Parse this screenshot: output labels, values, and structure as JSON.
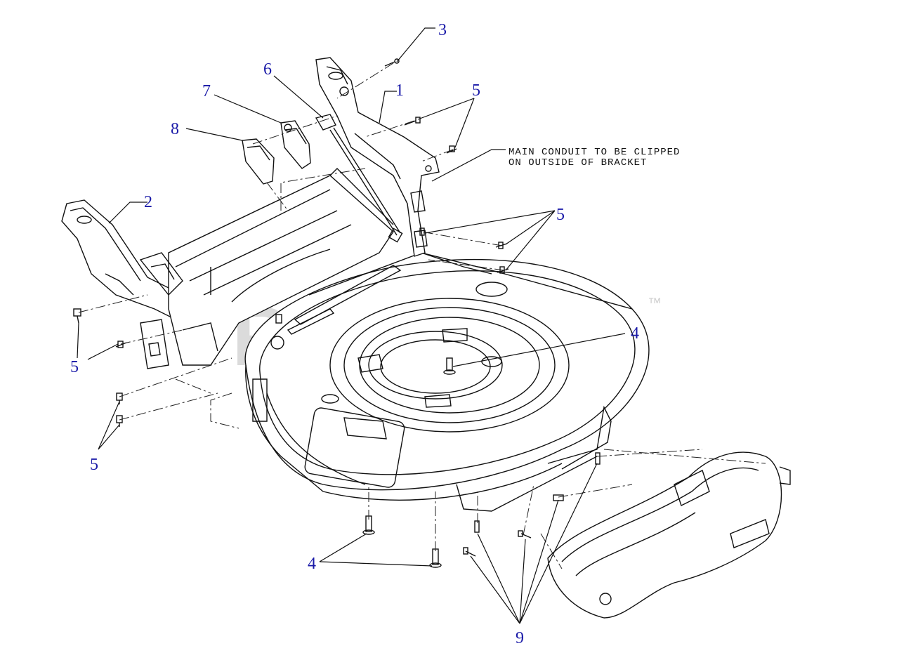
{
  "callouts": {
    "c1": "1",
    "c2": "2",
    "c3": "3",
    "c4": "4",
    "c5": "5",
    "c6": "6",
    "c7": "7",
    "c8": "8",
    "c9": "9"
  },
  "note": {
    "line1": "MAIN CONDUIT TO BE CLIPPED",
    "line2": "ON OUTSIDE OF BRACKET"
  },
  "watermark": {
    "text": "PartsTree",
    "trademark": "™"
  },
  "colors": {
    "callout": "#1a1aa8",
    "lines": "#111111",
    "watermark": "#cfcfcf"
  }
}
